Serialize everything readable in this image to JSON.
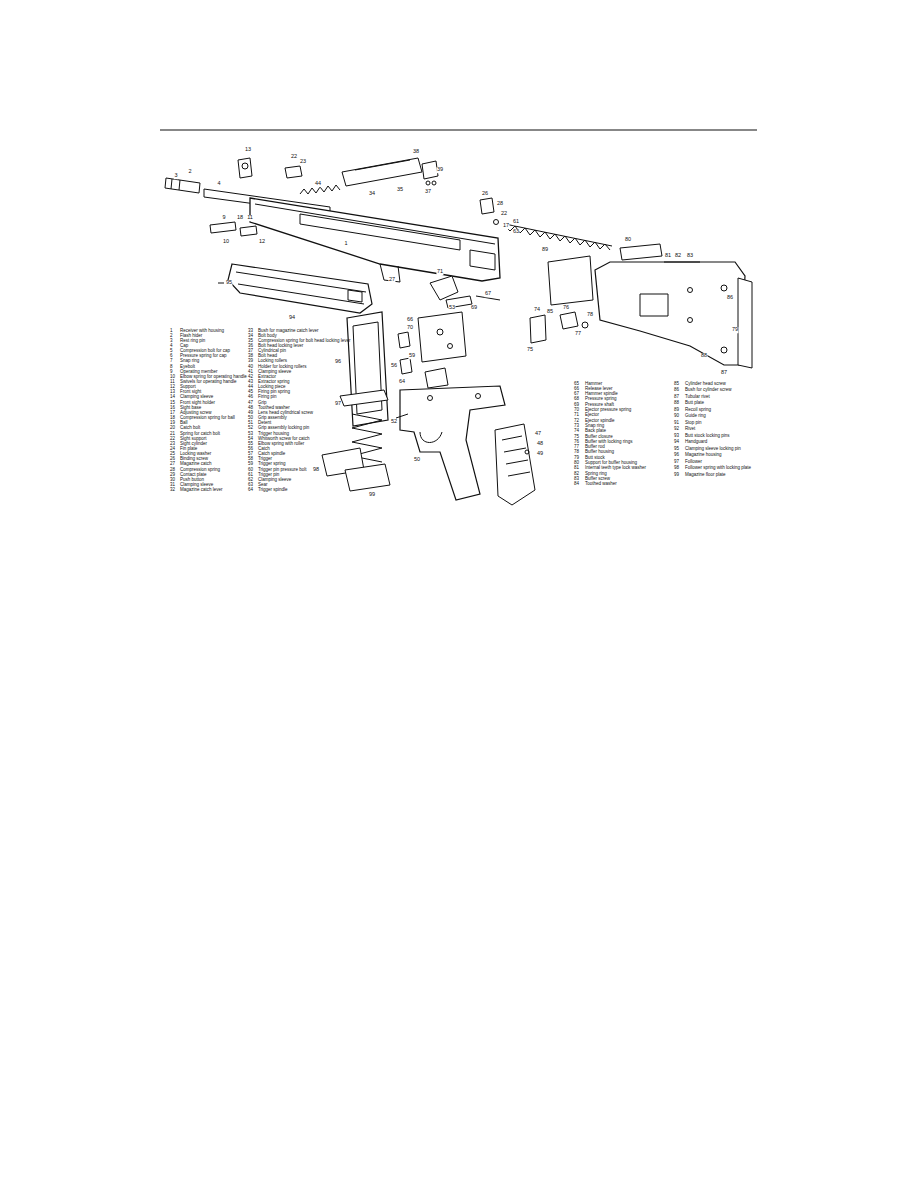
{
  "diagram": {
    "labels": [
      "13",
      "22",
      "23",
      "2",
      "3",
      "4",
      "9",
      "18",
      "11",
      "12",
      "10",
      "1",
      "38",
      "39",
      "34",
      "35",
      "44",
      "37",
      "26",
      "28",
      "22",
      "17",
      "61",
      "63",
      "95",
      "94",
      "27",
      "71",
      "67",
      "66",
      "69",
      "96",
      "70",
      "59",
      "56",
      "53",
      "64",
      "52",
      "50",
      "47",
      "48",
      "49",
      "98",
      "99",
      "97",
      "80",
      "81",
      "82",
      "83",
      "74",
      "75",
      "76",
      "77",
      "78",
      "87",
      "88",
      "79",
      "86",
      "85",
      "89",
      "1",
      "Receiver with housing",
      "2",
      "Flash hider",
      "3",
      "Rest ring pin",
      "4",
      "Cap",
      "5",
      "Compression bolt for cap",
      "6",
      "Pressure spring for cap",
      "7",
      "Snap ring",
      "8",
      "Eyebolt",
      "9",
      "Operating member",
      "10",
      "Elbow spring for operating handle",
      "11",
      "Swivels for operating handle",
      "12",
      "Support",
      "13",
      "Front sight",
      "14",
      "Clamping sleeve",
      "15",
      "Front sight holder",
      "16",
      "Sight base",
      "17",
      "Adjusting screw",
      "18",
      "Compression spring for ball",
      "19",
      "Ball",
      "20",
      "Catch bolt",
      "21",
      "Spring for catch bolt",
      "22",
      "Sight support",
      "23",
      "Sight cylinder",
      "24",
      "Fin plate",
      "25",
      "Locking washer",
      "26",
      "Binding screw",
      "27",
      "Magazine catch",
      "28",
      "Compression spring",
      "29",
      "Contact plate",
      "30",
      "Push button",
      "31",
      "Clamping sleeve",
      "32",
      "Magazine catch lever",
      "33",
      "Bush for magazine catch lever",
      "34",
      "Bolt body",
      "35",
      "Compression spring for bolt head locking lever",
      "36",
      "Bolt head locking lever",
      "37",
      "Cylindrical pin",
      "38",
      "Bolt head",
      "39",
      "Locking rollers",
      "40",
      "Holder for locking rollers",
      "41",
      "Clamping sleeve",
      "42",
      "Extractor",
      "43",
      "Extractor spring",
      "44",
      "Locking piece",
      "45",
      "Firing pin spring",
      "46",
      "Firing pin",
      "47",
      "Grip",
      "48",
      "Toothed washer",
      "49",
      "Lens head cylindrical screw",
      "50",
      "Grip assembly",
      "51",
      "Detent",
      "52",
      "Grip assembly locking pin",
      "53",
      "Trigger housing",
      "54",
      "Whitworth screw for catch",
      "55",
      "Elbow spring with roller",
      "56",
      "Catch",
      "57",
      "Catch spindle",
      "58",
      "Trigger",
      "59",
      "Trigger spring",
      "60",
      "Trigger pin pressure bolt",
      "61",
      "Trigger pin",
      "62",
      "Clamping sleeve",
      "63",
      "Sear",
      "64",
      "Trigger spindle",
      "65",
      "Hammer",
      "66",
      "Release lever",
      "67",
      "Hammer spindle",
      "68",
      "Pressure spring",
      "69",
      "Pressure shaft",
      "70",
      "Ejector pressure spring",
      "71",
      "Ejector",
      "72",
      "Ejector spindle",
      "73",
      "Snap ring",
      "74",
      "Back plate",
      "75",
      "Buffer closure",
      "76",
      "Buffer with locking rings",
      "77",
      "Buffer rod",
      "78",
      "Buffer housing",
      "79",
      "Butt stock",
      "80",
      "Support for buffer housing",
      "81",
      "Internal teeth type lock washer",
      "82",
      "Spring ring",
      "83",
      "Buffer screw",
      "84",
      "Toothed washer",
      "85",
      "Cylinder head screw",
      "86",
      "Bush for cylinder screw",
      "87",
      "Tubular rivet",
      "88",
      "Butt plate",
      "89",
      "Recoil spring",
      "90",
      "Guide ring",
      "91",
      "Stop pin",
      "92",
      "Rivet",
      "93",
      "Butt stock locking pins",
      "94",
      "Handguard",
      "95",
      "Clamping sleeve locking pin",
      "96",
      "Magazine housing",
      "97",
      "Follower",
      "98",
      "Follower spring with locking plate",
      "99",
      "Magazine floor plate"
    ]
  }
}
